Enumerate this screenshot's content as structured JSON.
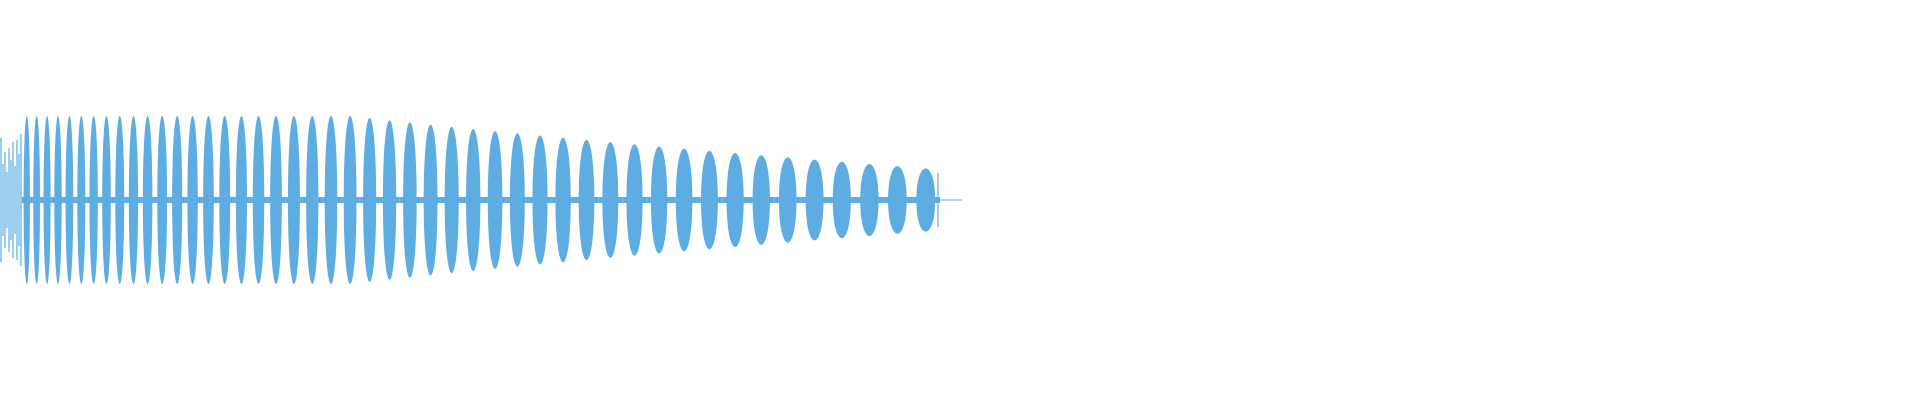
{
  "waveform": {
    "color": "#5dade2",
    "background": "#ffffff",
    "baseline_color": "#5dade2",
    "description_hidden": "",
    "audio_fraction_of_width": 0.4,
    "trailing_silence_fraction": 0.012,
    "sweep": {
      "cycles_noise_region": 0.012,
      "lobe_count": 47,
      "peak_amplitude": 0.69,
      "end_amplitude": 0.26,
      "decay_starts_at": 0.48
    }
  }
}
